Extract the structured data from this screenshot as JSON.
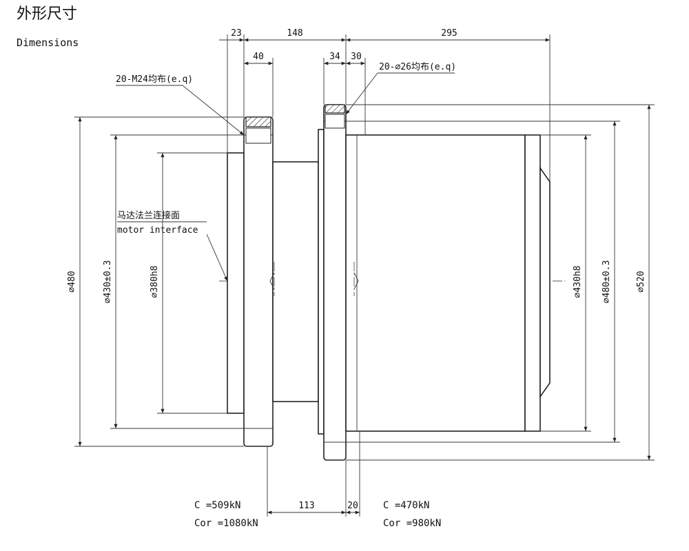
{
  "header": {
    "title_cn": "外形尺寸",
    "title_en": "Dimensions"
  },
  "dimensions": {
    "top_23": "23",
    "top_148": "148",
    "top_295": "295",
    "top_40": "40",
    "top_34": "34",
    "top_30": "30",
    "bottom_113": "113",
    "bottom_20": "20",
    "dia_480": "⌀480",
    "dia_430_tol": "⌀430±0.3",
    "dia_380h8": "⌀380h8",
    "dia_430h8": "⌀430h8",
    "dia_480_tol": "⌀480±0.3",
    "dia_520": "⌀520"
  },
  "notes": {
    "bolt_left": "20-M24均布(e.q)",
    "bolt_right": "20-⌀26均布(e.q)",
    "motor_interface_cn": "马达法兰连接面",
    "motor_interface_en": "motor interface"
  },
  "bearing_loads": {
    "left_c": "C =509kN",
    "left_cor": "Cor =1080kN",
    "right_c": "C =470kN",
    "right_cor": "Cor =980kN"
  }
}
